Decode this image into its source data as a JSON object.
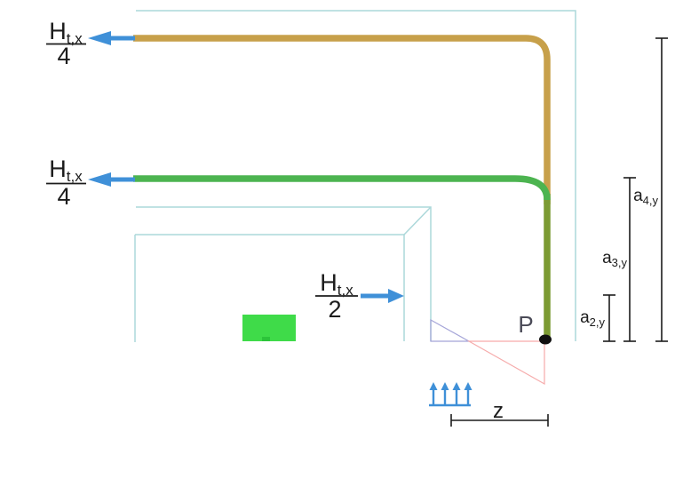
{
  "diagram": {
    "force_top_quarter": {
      "symbol": "H",
      "subscript": "t,x",
      "denominator": "4"
    },
    "force_mid_quarter": {
      "symbol": "H",
      "subscript": "t,x",
      "denominator": "4"
    },
    "force_wall_half": {
      "symbol": "H",
      "subscript": "t,x",
      "denominator": "2"
    },
    "point_label": "P",
    "dim_a2": {
      "symbol": "a",
      "subscript": "2,y"
    },
    "dim_a3": {
      "symbol": "a",
      "subscript": "3,y"
    },
    "dim_a4": {
      "symbol": "a",
      "subscript": "4,y"
    },
    "dim_z": "z",
    "colors": {
      "beam_tan": "#C7A04A",
      "beam_green": "#4CB450",
      "beam_olive": "#7C9B33",
      "slab_green": "#3FDB49",
      "slab_green_notch": "#2CC43A",
      "arrow_blue": "#3F90D8",
      "wall_outline_cyan": "#ACD8DA",
      "pressure_pink": "#F6ABAB",
      "pressure_purple": "#A5A5D8",
      "dimension_black": "#1C1C1C",
      "point_dark": "#4A4A57",
      "node_dot": "#101010"
    }
  }
}
